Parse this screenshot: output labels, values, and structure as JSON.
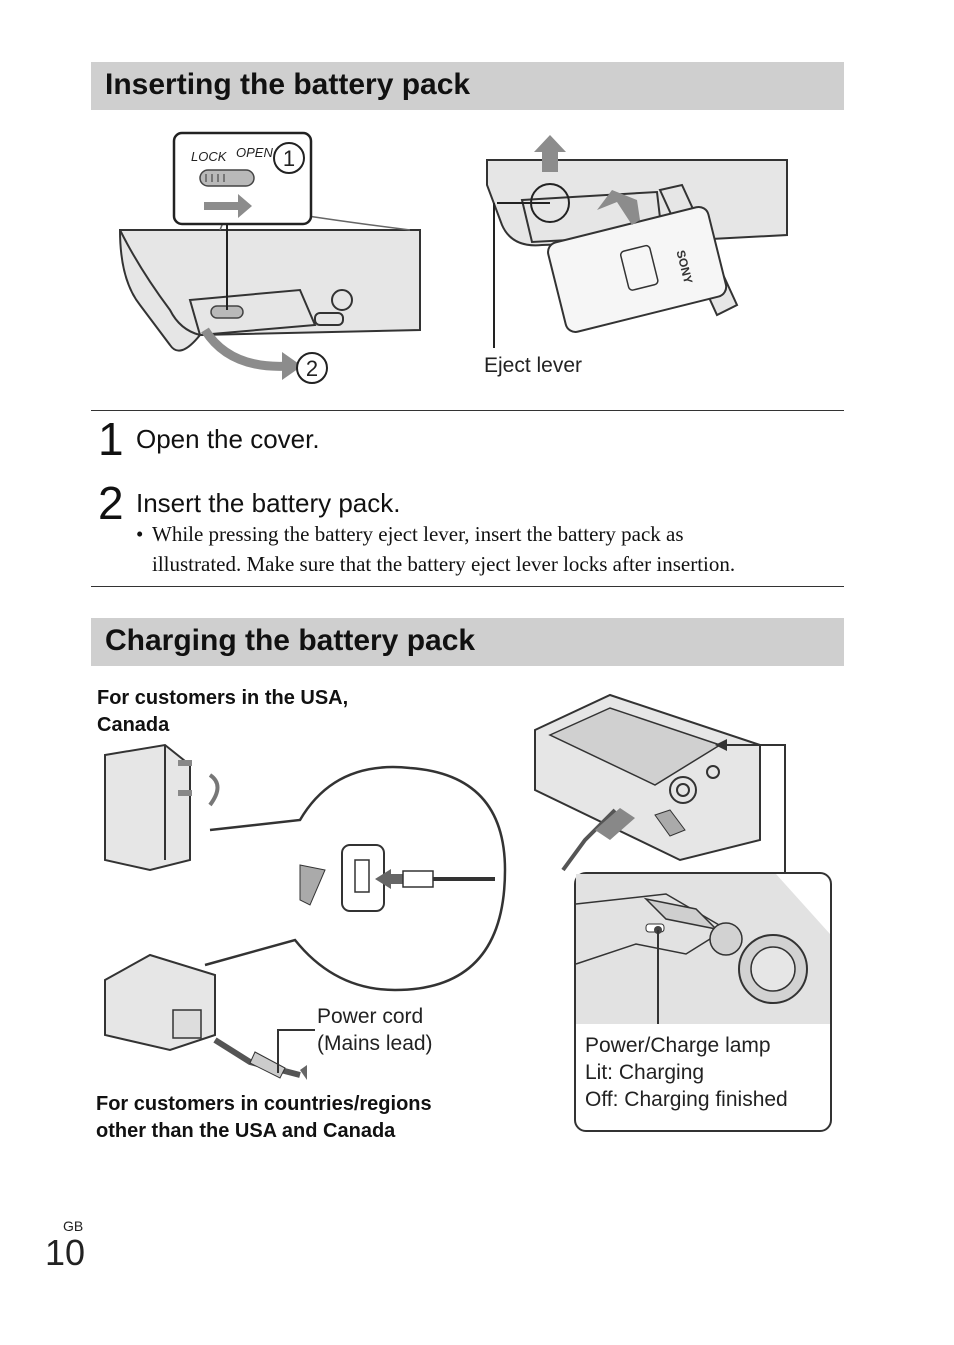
{
  "section1": {
    "title": "Inserting the battery pack",
    "figure": {
      "switch_lock": "LOCK",
      "switch_open": "OPEN",
      "marker1": "1",
      "marker2": "2",
      "eject_label": "Eject lever",
      "brand": "SONY"
    },
    "steps": [
      {
        "num": "1",
        "text": "Open the cover."
      },
      {
        "num": "2",
        "text": "Insert the battery pack."
      }
    ],
    "bullet_symbol": "•",
    "bullet_line1": "While pressing the battery eject lever, insert the battery pack as",
    "bullet_line2": "illustrated. Make sure that the battery eject lever locks after insertion."
  },
  "section2": {
    "title": "Charging the battery pack",
    "usa_label_line1": "For customers in the USA,",
    "usa_label_line2": "Canada",
    "power_cord_line1": "Power cord",
    "power_cord_line2": "(Mains lead)",
    "other_label_line1": "For customers in countries/regions",
    "other_label_line2": "other than the USA and Canada",
    "lamp_line1": "Power/Charge lamp",
    "lamp_line2": "Lit: Charging",
    "lamp_line3": "Off: Charging finished"
  },
  "footer": {
    "region": "GB",
    "page_number": "10"
  }
}
